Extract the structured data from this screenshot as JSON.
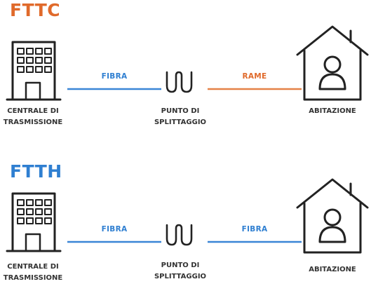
{
  "colors": {
    "fttc_accent": "#e06a2b",
    "ftth_accent": "#2f7fd1",
    "fiber_line": "#3a86d6",
    "copper_line": "#e58147",
    "icon_stroke": "#222222",
    "label_text": "#333333"
  },
  "diagrams": [
    {
      "title": "FTTC",
      "nodes": {
        "exchange": {
          "icon": "office-building-icon",
          "label_line1": "CENTRALE DI",
          "label_line2": "TRASMISSIONE"
        },
        "splitter": {
          "icon": "splitter-coil-icon",
          "label_line1": "PUNTO DI",
          "label_line2": "SPLITTAGGIO"
        },
        "home": {
          "icon": "house-person-icon",
          "label": "ABITAZIONE"
        }
      },
      "links": [
        {
          "label": "FIBRA",
          "medium": "fiber"
        },
        {
          "label": "RAME",
          "medium": "copper"
        }
      ]
    },
    {
      "title": "FTTH",
      "nodes": {
        "exchange": {
          "icon": "office-building-icon",
          "label_line1": "CENTRALE DI",
          "label_line2": "TRASMISSIONE"
        },
        "splitter": {
          "icon": "splitter-coil-icon",
          "label_line1": "PUNTO DI",
          "label_line2": "SPLITTAGGIO"
        },
        "home": {
          "icon": "house-person-icon",
          "label": "ABITAZIONE"
        }
      },
      "links": [
        {
          "label": "FIBRA",
          "medium": "fiber"
        },
        {
          "label": "FIBRA",
          "medium": "fiber"
        }
      ]
    }
  ]
}
